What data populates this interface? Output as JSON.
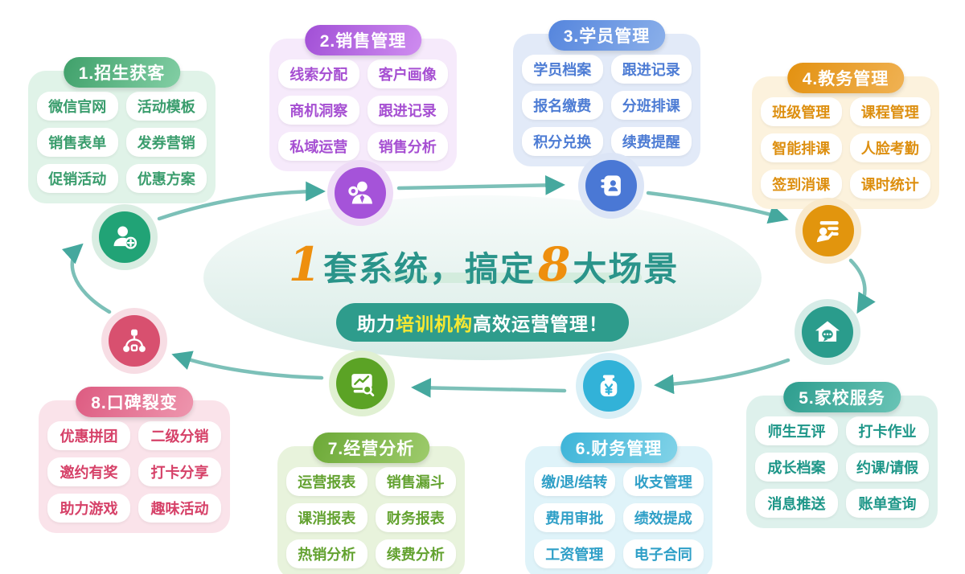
{
  "center": {
    "title_num1": "1",
    "title_part1": "套系统，搞定",
    "title_num2": "8",
    "title_part2": "大场景",
    "subtitle_pre": "助力",
    "subtitle_highlight": "培训机构",
    "subtitle_post": "高效运营管理！"
  },
  "colors": {
    "title_teal": "#2a948a",
    "number_orange": "#ee8f0e",
    "title_bar": "#d3ecdd",
    "subtitle_bg": "#2e9c8c",
    "subtitle_hl": "#f6e832",
    "arrow_line": "#7cc0b8",
    "arrow_head": "#45a89e"
  },
  "groups": [
    {
      "name": "1.招生获客",
      "icon": "add-user-icon",
      "items": [
        "微信官网",
        "活动模板",
        "销售表单",
        "发券营销",
        "促销活动",
        "优惠方案"
      ],
      "colors": {
        "header_from": "#3fa06a",
        "header_to": "#83cfa5",
        "bg": "#e0f3e8",
        "text": "#3a9d6d",
        "icon_bg": "#21a376",
        "ring": "#d9ede2"
      }
    },
    {
      "name": "2.销售管理",
      "icon": "salesperson-icon",
      "items": [
        "线索分配",
        "客户画像",
        "商机洞察",
        "跟进记录",
        "私域运营",
        "销售分析"
      ],
      "colors": {
        "header_from": "#a14fd6",
        "header_to": "#cf8df0",
        "bg": "#f6eafb",
        "text": "#a64fd2",
        "icon_bg": "#a553d9",
        "ring": "#eedbf6"
      }
    },
    {
      "name": "3.学员管理",
      "icon": "contact-book-icon",
      "items": [
        "学员档案",
        "跟进记录",
        "报名缴费",
        "分班排课",
        "积分兑换",
        "续费提醒"
      ],
      "colors": {
        "header_from": "#5585dd",
        "header_to": "#8bb0ea",
        "bg": "#e2eaf8",
        "text": "#4d7cd4",
        "icon_bg": "#4a78d5",
        "ring": "#dce5f6"
      }
    },
    {
      "name": "4.教务管理",
      "icon": "teacher-board-icon",
      "items": [
        "班级管理",
        "课程管理",
        "智能排课",
        "人脸考勤",
        "签到消课",
        "课时统计"
      ],
      "colors": {
        "header_from": "#e39110",
        "header_to": "#f0b254",
        "bg": "#fcf2dd",
        "text": "#dd8f10",
        "icon_bg": "#e2950d",
        "ring": "#f8e9cd"
      }
    },
    {
      "name": "5.家校服务",
      "icon": "home-chat-icon",
      "items": [
        "师生互评",
        "打卡作业",
        "成长档案",
        "约课/请假",
        "消息推送",
        "账单查询"
      ],
      "colors": {
        "header_from": "#2d9d8e",
        "header_to": "#6ac4b6",
        "bg": "#def1ec",
        "text": "#1d9688",
        "icon_bg": "#2a9c8c",
        "ring": "#d6ece7"
      }
    },
    {
      "name": "6.财务管理",
      "icon": "money-jar-icon",
      "items": [
        "缴/退/结转",
        "收支管理",
        "费用审批",
        "绩效提成",
        "工资管理",
        "电子合同"
      ],
      "colors": {
        "header_from": "#3cb4d8",
        "header_to": "#82d3e8",
        "bg": "#dff3f9",
        "text": "#2f9fc7",
        "icon_bg": "#32b2d8",
        "ring": "#d9eff6"
      }
    },
    {
      "name": "7.经营分析",
      "icon": "analytics-monitor-icon",
      "items": [
        "运营报表",
        "销售漏斗",
        "课消报表",
        "财务报表",
        "热销分析",
        "续费分析"
      ],
      "colors": {
        "header_from": "#6ca937",
        "header_to": "#9ecb6c",
        "bg": "#e8f3dc",
        "text": "#63a230",
        "icon_bg": "#5ba325",
        "ring": "#e0f0d2"
      }
    },
    {
      "name": "8.口碑裂变",
      "icon": "network-fission-icon",
      "items": [
        "优惠拼团",
        "二级分销",
        "邀约有奖",
        "打卡分享",
        "助力游戏",
        "趣味活动"
      ],
      "colors": {
        "header_from": "#dd5b81",
        "header_to": "#ee96ae",
        "bg": "#fae3ea",
        "text": "#d64168",
        "icon_bg": "#d8506f",
        "ring": "#f7dde4"
      }
    }
  ]
}
